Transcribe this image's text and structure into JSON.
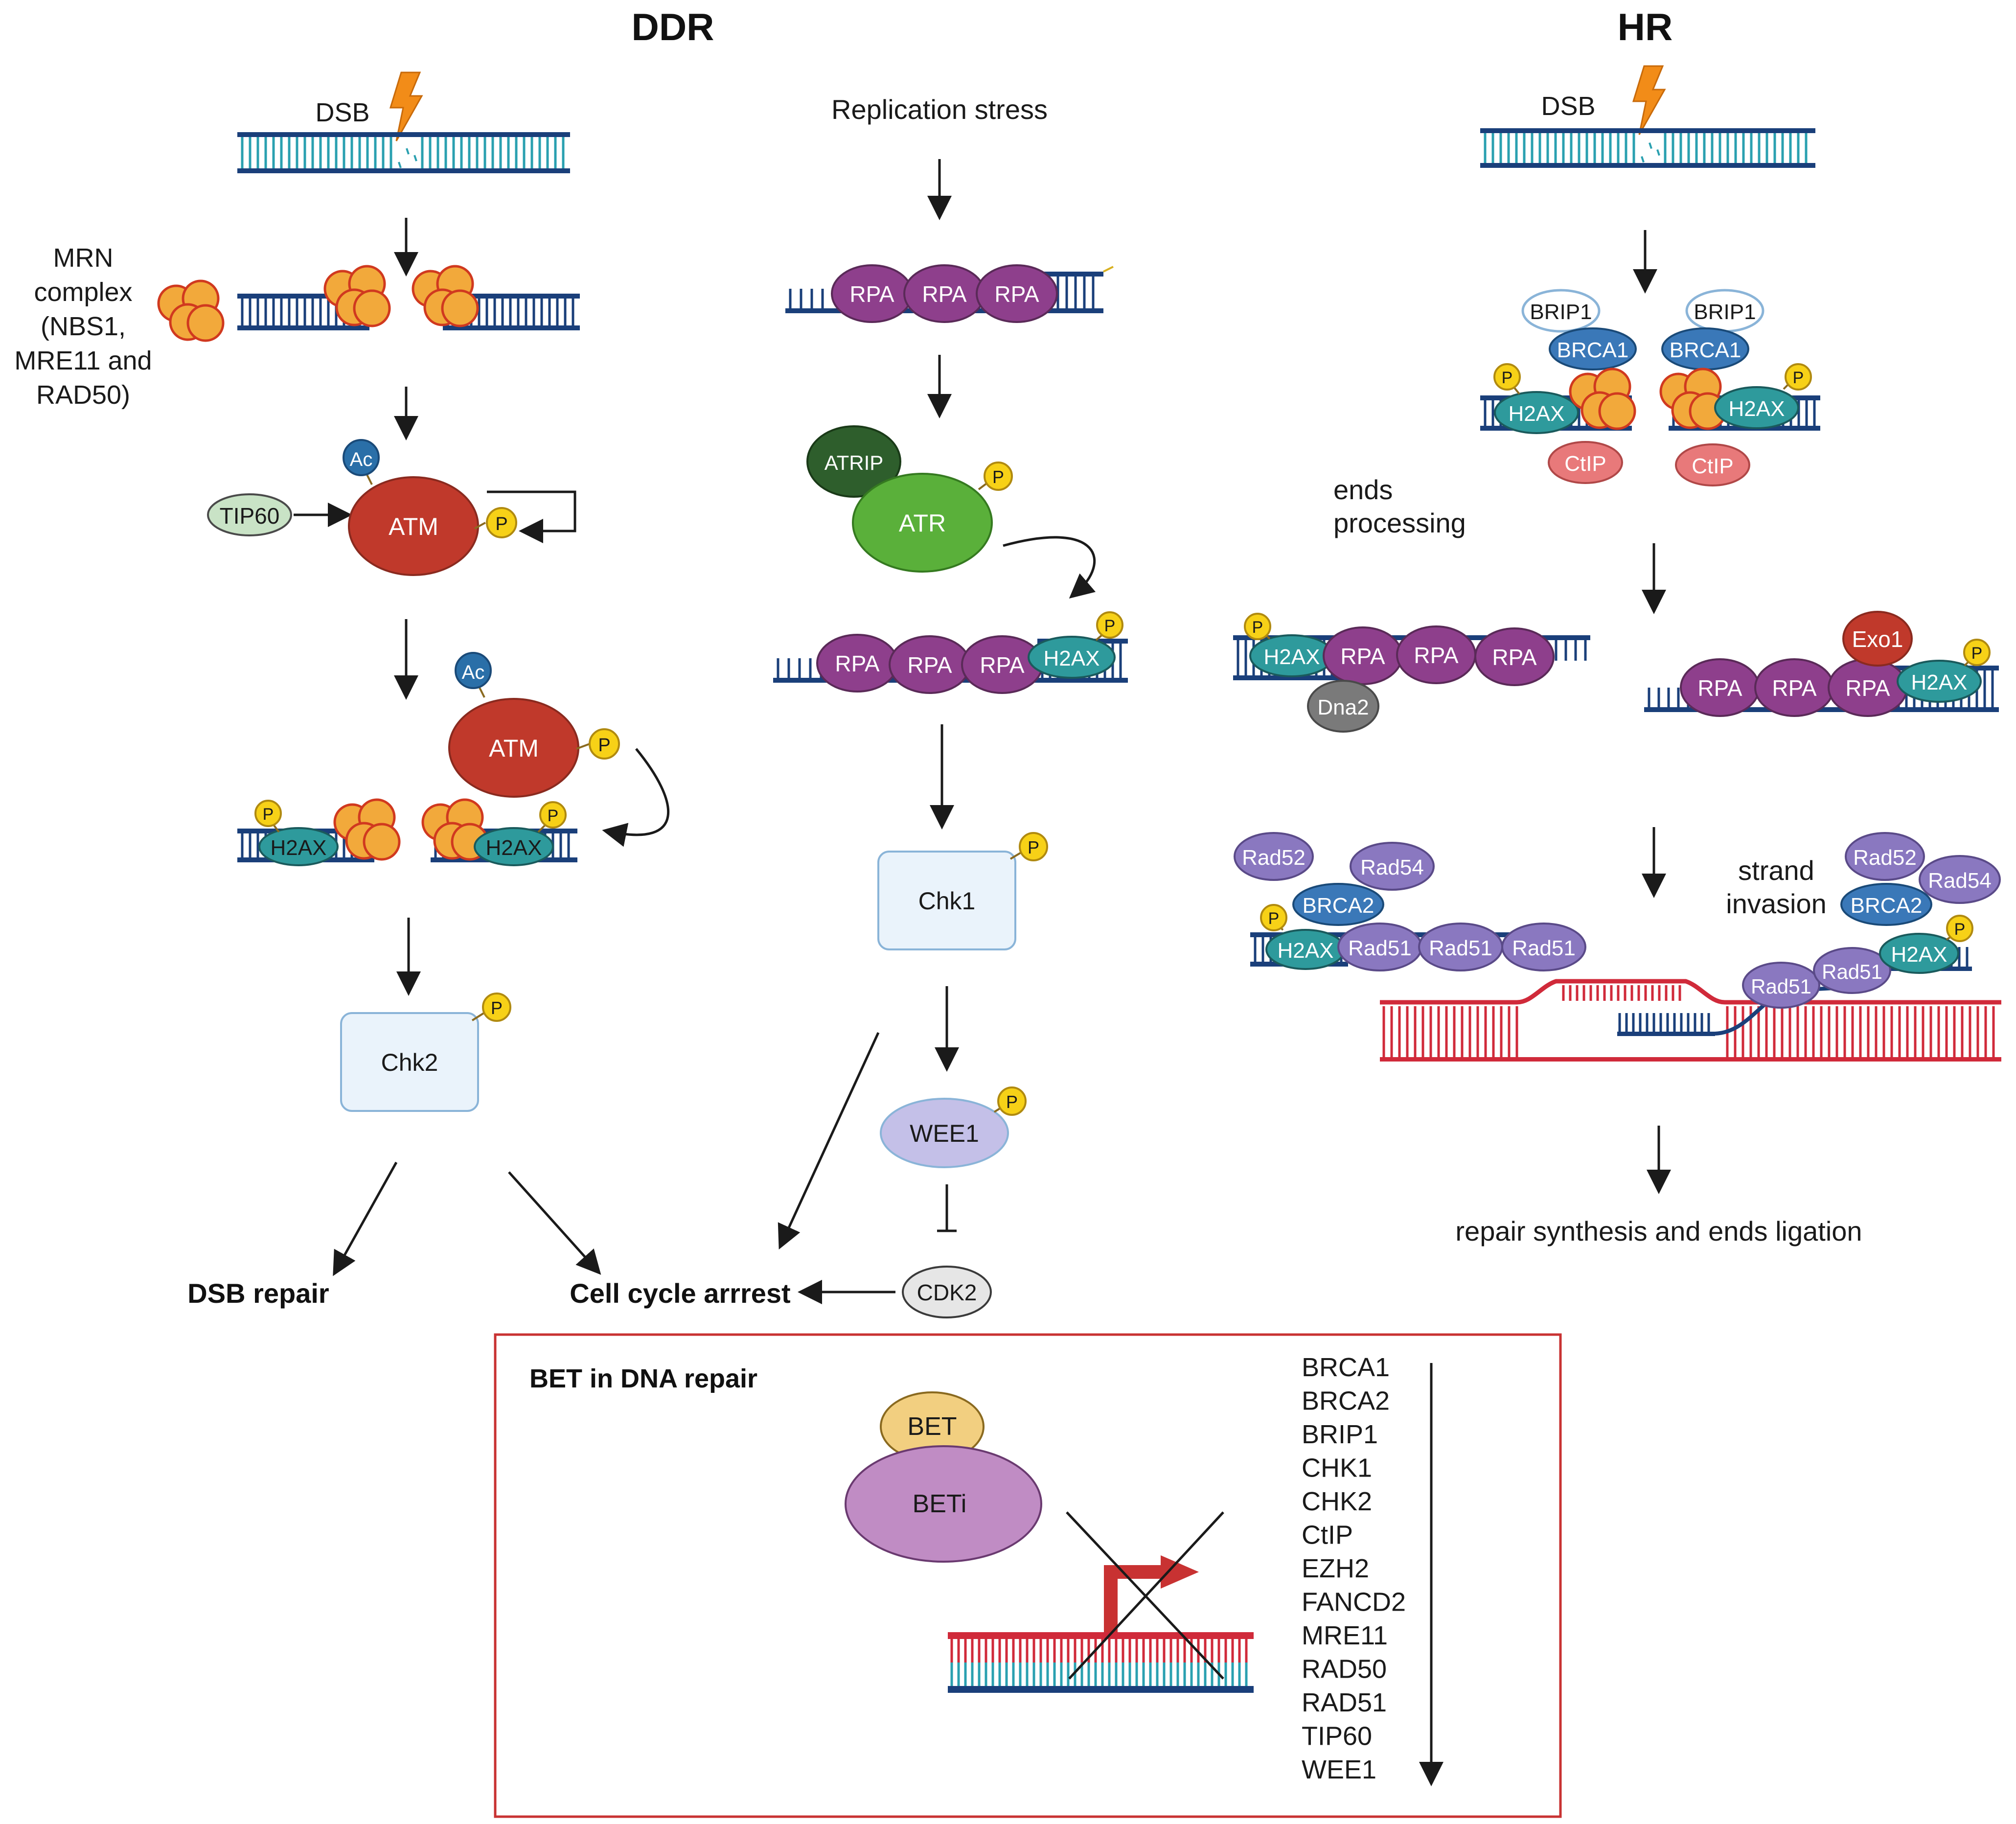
{
  "headings": {
    "ddr": "DDR",
    "hr": "HR"
  },
  "ddr": {
    "dsb": "DSB",
    "mrn_label": [
      "MRN",
      "complex",
      "(NBS1,",
      "MRE11 and",
      "RAD50)"
    ],
    "tip60": "TIP60",
    "atm": "ATM",
    "ac": "Ac",
    "p": "P",
    "h2ax": "H2AX",
    "chk2": "Chk2",
    "dsb_repair": "DSB repair",
    "cell_cycle_arrest": "Cell cycle arrrest",
    "replication_stress": "Replication stress",
    "rpa": "RPA",
    "atrip": "ATRIP",
    "atr": "ATR",
    "chk1": "Chk1",
    "wee1": "WEE1",
    "cdk2": "CDK2"
  },
  "hr": {
    "dsb": "DSB",
    "brip1": "BRIP1",
    "brca1": "BRCA1",
    "ctip": "CtIP",
    "h2ax": "H2AX",
    "ends_processing": [
      "ends",
      "processing"
    ],
    "rpa": "RPA",
    "dna2": "Dna2",
    "exo1": "Exo1",
    "rad52": "Rad52",
    "rad54": "Rad54",
    "brca2": "BRCA2",
    "rad51": "Rad51",
    "strand_invasion": [
      "strand",
      "invasion"
    ],
    "repair": "repair synthesis and ends ligation",
    "p": "P"
  },
  "bet_box": {
    "title": "BET in DNA repair",
    "bet": "BET",
    "beti": "BETi",
    "genes": [
      "BRCA1",
      "BRCA2",
      "BRIP1",
      "CHK1",
      "CHK2",
      "CtIP",
      "EZH2",
      "FANCD2",
      "MRE11",
      "RAD50",
      "RAD51",
      "TIP60",
      "WEE1"
    ]
  },
  "colors": {
    "atm": "#c0392b",
    "atr": "#5ab03a",
    "atrip": "#2e5e2c",
    "rpa": "#8e3f8c",
    "h2ax": "#2e9a9c",
    "mrn": "#f2a93b",
    "phospho": "#f7d117",
    "acetyl": "#2a6fa8",
    "brca1": "#3a78b8",
    "ctip": "#e8797a",
    "rad": "#8a78c0",
    "dna": "#1a3f7a",
    "dna_teal": "#2aa0b0",
    "donor": "#d02a3a",
    "beti": "#c08cc4",
    "bet": "#f2cf80",
    "box_border": "#c83232"
  }
}
